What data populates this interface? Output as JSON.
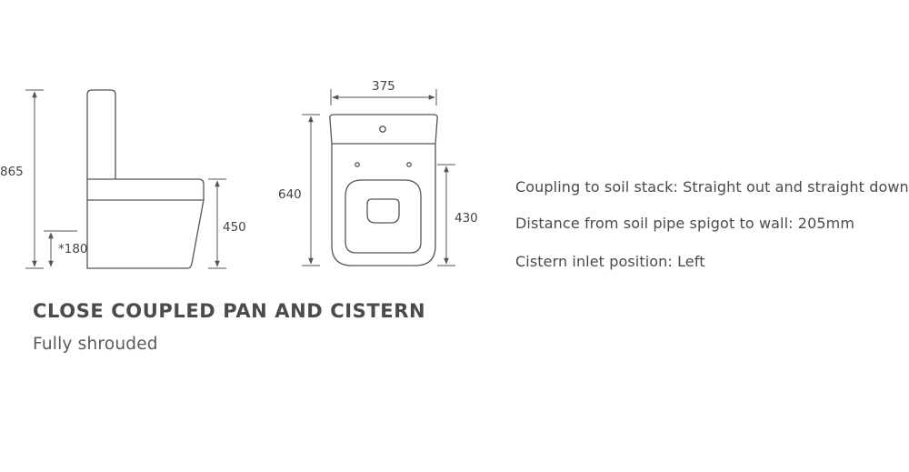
{
  "dimensions": {
    "total_height": "865",
    "seat_height": "450",
    "waste_height": "*180",
    "width": "375",
    "depth": "640",
    "pan_length": "430"
  },
  "specs": [
    "Coupling to soil stack: Straight out and straight down",
    "Distance from soil pipe spigot to wall: 205mm",
    "Cistern inlet position: Left"
  ],
  "title": "CLOSE COUPLED PAN AND CISTERN",
  "subtitle": "Fully shrouded",
  "colors": {
    "line": "#555555",
    "text": "#4a4a4a"
  }
}
